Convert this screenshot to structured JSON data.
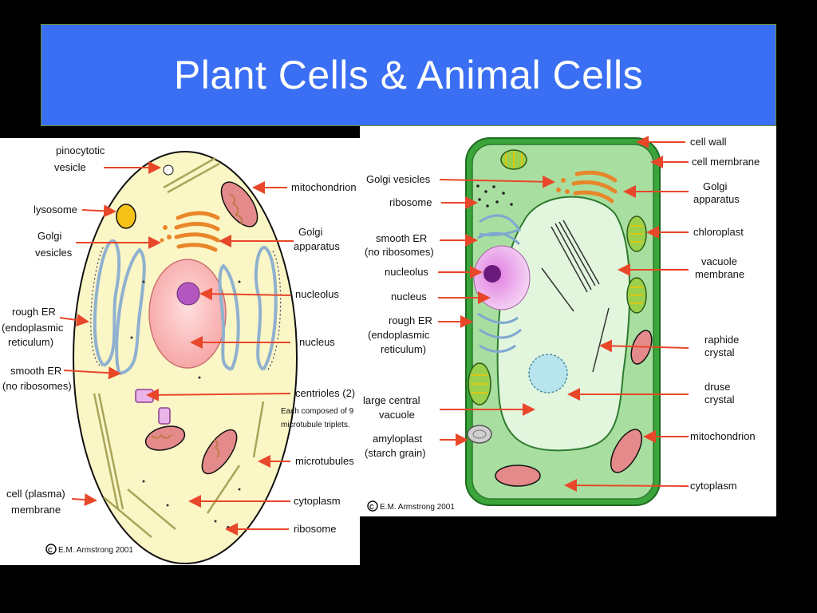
{
  "title": "Plant Cells & Animal Cells",
  "colors": {
    "title_bg": "#3a6ff4",
    "arrow": "#e8472a",
    "animal_cytoplasm": "#fbf6c6",
    "plant_cytoplasm": "#a8dfa0",
    "cell_wall": "#3aa53a"
  },
  "animal": {
    "labels": {
      "pinocytotic_1": "pinocytotic",
      "pinocytotic_2": "vesicle",
      "lysosome": "lysosome",
      "golgi_vesicles_1": "Golgi",
      "golgi_vesicles_2": "vesicles",
      "rough_er_1": "rough ER",
      "rough_er_2": "(endoplasmic",
      "rough_er_3": "reticulum)",
      "smooth_er_1": "smooth ER",
      "smooth_er_2": "(no ribosomes)",
      "cell_membrane_1": "cell (plasma)",
      "cell_membrane_2": "membrane",
      "mitochondrion": "mitochondrion",
      "golgi_apparatus_1": "Golgi",
      "golgi_apparatus_2": "apparatus",
      "nucleolus": "nucleolus",
      "nucleus": "nucleus",
      "centrioles": "centrioles (2)",
      "centrioles_note_1": "Each composed of 9",
      "centrioles_note_2": "microtubule triplets.",
      "microtubules": "microtubules",
      "cytoplasm": "cytoplasm",
      "ribosome": "ribosome"
    },
    "copyright": "E.M. Armstrong 2001"
  },
  "plant": {
    "labels": {
      "golgi_vesicles": "Golgi vesicles",
      "ribosome": "ribosome",
      "smooth_er_1": "smooth ER",
      "smooth_er_2": "(no ribosomes)",
      "nucleolus": "nucleolus",
      "nucleus": "nucleus",
      "rough_er_1": "rough ER",
      "rough_er_2": "(endoplasmic",
      "rough_er_3": "reticulum)",
      "large_vacuole_1": "large central",
      "large_vacuole_2": "vacuole",
      "amyloplast_1": "amyloplast",
      "amyloplast_2": "(starch grain)",
      "cell_wall": "cell wall",
      "cell_membrane": "cell membrane",
      "golgi_apparatus_1": "Golgi",
      "golgi_apparatus_2": "apparatus",
      "chloroplast": "chloroplast",
      "vacuole_membrane_1": "vacuole",
      "vacuole_membrane_2": "membrane",
      "raphide_1": "raphide",
      "raphide_2": "crystal",
      "druse_1": "druse",
      "druse_2": "crystal",
      "mitochondrion": "mitochondrion",
      "cytoplasm": "cytoplasm"
    },
    "copyright": "E.M. Armstrong 2001"
  }
}
